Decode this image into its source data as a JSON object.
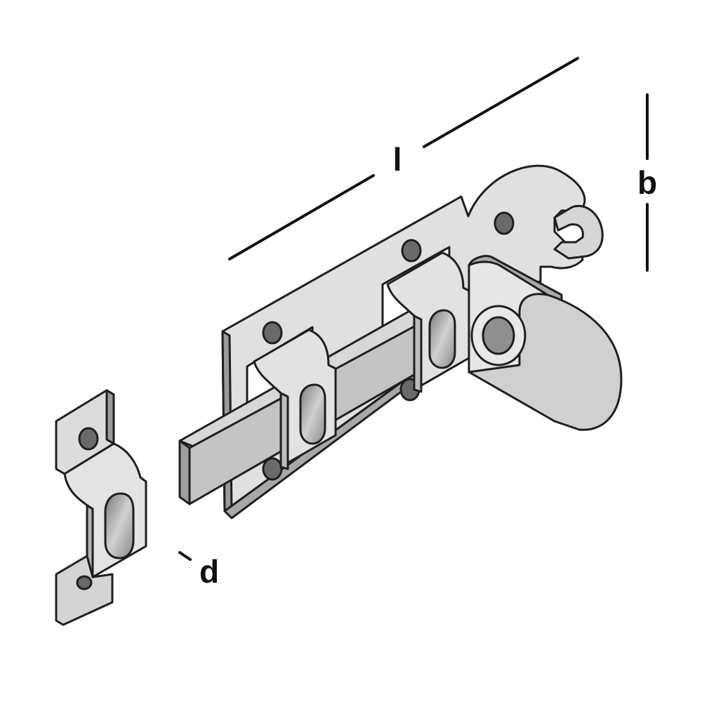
{
  "labels": {
    "length": "l",
    "width": "b",
    "diameter": "d"
  },
  "colors": {
    "metal_light": "#e0e0e0",
    "metal_mid": "#c2c2c2",
    "metal_dark": "#8f8f8f",
    "hole_dark": "#6a6a6a",
    "outline": "#1f1f1f",
    "dimension_line": "#111111"
  }
}
